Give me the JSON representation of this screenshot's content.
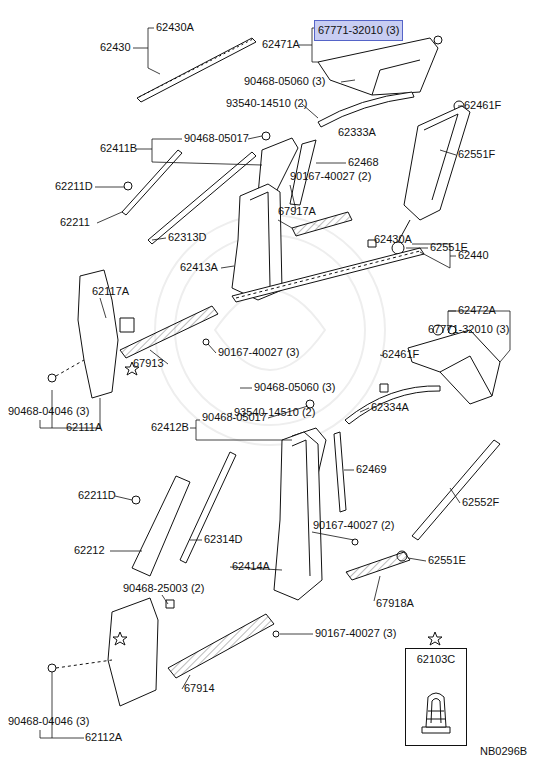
{
  "diagram": {
    "nodes": [
      {
        "text": [
          "67771-32010 (3)"
        ]
      },
      {
        "text": [
          "62103C"
        ]
      }
    ],
    "labels": [
      "62430A",
      "62430",
      "62471A",
      "62461F",
      "90468-05060 (3)",
      "93540-14510 (2)",
      "62333A",
      "90468-05017",
      "62411B",
      "62468",
      "62551F",
      "90167-40027 (2)",
      "62211D",
      "62211",
      "62313D",
      "67917A",
      "62551E",
      "62413A",
      "62430A",
      "62440",
      "62117A",
      "62472A",
      "67771-32010 (3)",
      "62461F",
      "67913",
      "90167-40027 (3)",
      "90468-05060 (3)",
      "90468-04046 (3)",
      "62111A",
      "93540-14510 (2)",
      "62334A",
      "62412B",
      "90468-05017",
      "62469",
      "62211D",
      "62552F",
      "62212",
      "62314D",
      "90167-40027 (2)",
      "62551E",
      "90468-25003 (2)",
      "62414A",
      "67918A",
      "90167-40027 (3)",
      "67914",
      "90468-04046 (3)",
      "62112A",
      "NB0296B"
    ]
  }
}
